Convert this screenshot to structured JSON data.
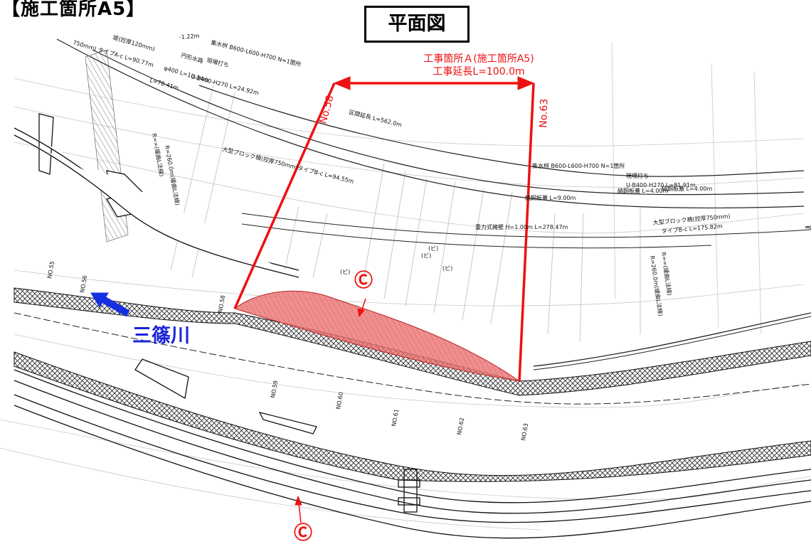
{
  "header": {
    "title": "【施工箇所A5】"
  },
  "plan_title": "平面図",
  "work_area": {
    "name": "工事箇所Ａ(施工箇所A5)",
    "extension": "工事延長L=100.0m",
    "start_station": "No.58",
    "end_station": "No.63"
  },
  "river": {
    "name": "三篠川"
  },
  "section_mark": "Ⓒ",
  "annotations": {
    "upper_left": [
      "-1.22m",
      "堤(控厚120mm)",
      "750mm) タイプA-c L=90.77m",
      "円形水路",
      "φ400 L=10.34m",
      "L=78.41m",
      "集水桝 B600-L600-H700 N=1箇所",
      "現場打ち",
      "U-B400-H270 L=24.92m"
    ],
    "interval": "区間延長 L=562.0m",
    "block_mid": "大型ブロック積(控厚750mm)タイプB-c L=94.55m",
    "curve_left": "R=260.0m(緩曲L法線)",
    "curve_left2": "R=∞(緩曲L法線)",
    "right_group": [
      "集水桝 B600-L600-H700 N=1箇所",
      "現場打ち",
      "U-B400-H270 L=81.91m",
      "縞鋼板蓋 L=9.00m",
      "縞鋼板蓋 L=4.00m",
      "縞鋼板蓋 L=4.00m",
      "重力式擁壁 H=1.00m L=278.47m",
      "大型ブロック積(控厚750mm)",
      "タイプB-c L=175.82m"
    ],
    "curve_right1": "R=∞(緩曲L法線)",
    "curve_right2": "R=260.0m(緩曲L法線)",
    "parcel": "(ビ)",
    "stations_lower": [
      "NO.58",
      "NO.59",
      "NO.60",
      "NO.61",
      "NO.62",
      "NO.63"
    ],
    "stations_left": [
      "NO.55",
      "NO.56"
    ]
  },
  "colors": {
    "work_line": "#ee1111",
    "fill_zone": "#f07070",
    "river_text": "#1a24d8",
    "arrow": "#1530e0"
  }
}
